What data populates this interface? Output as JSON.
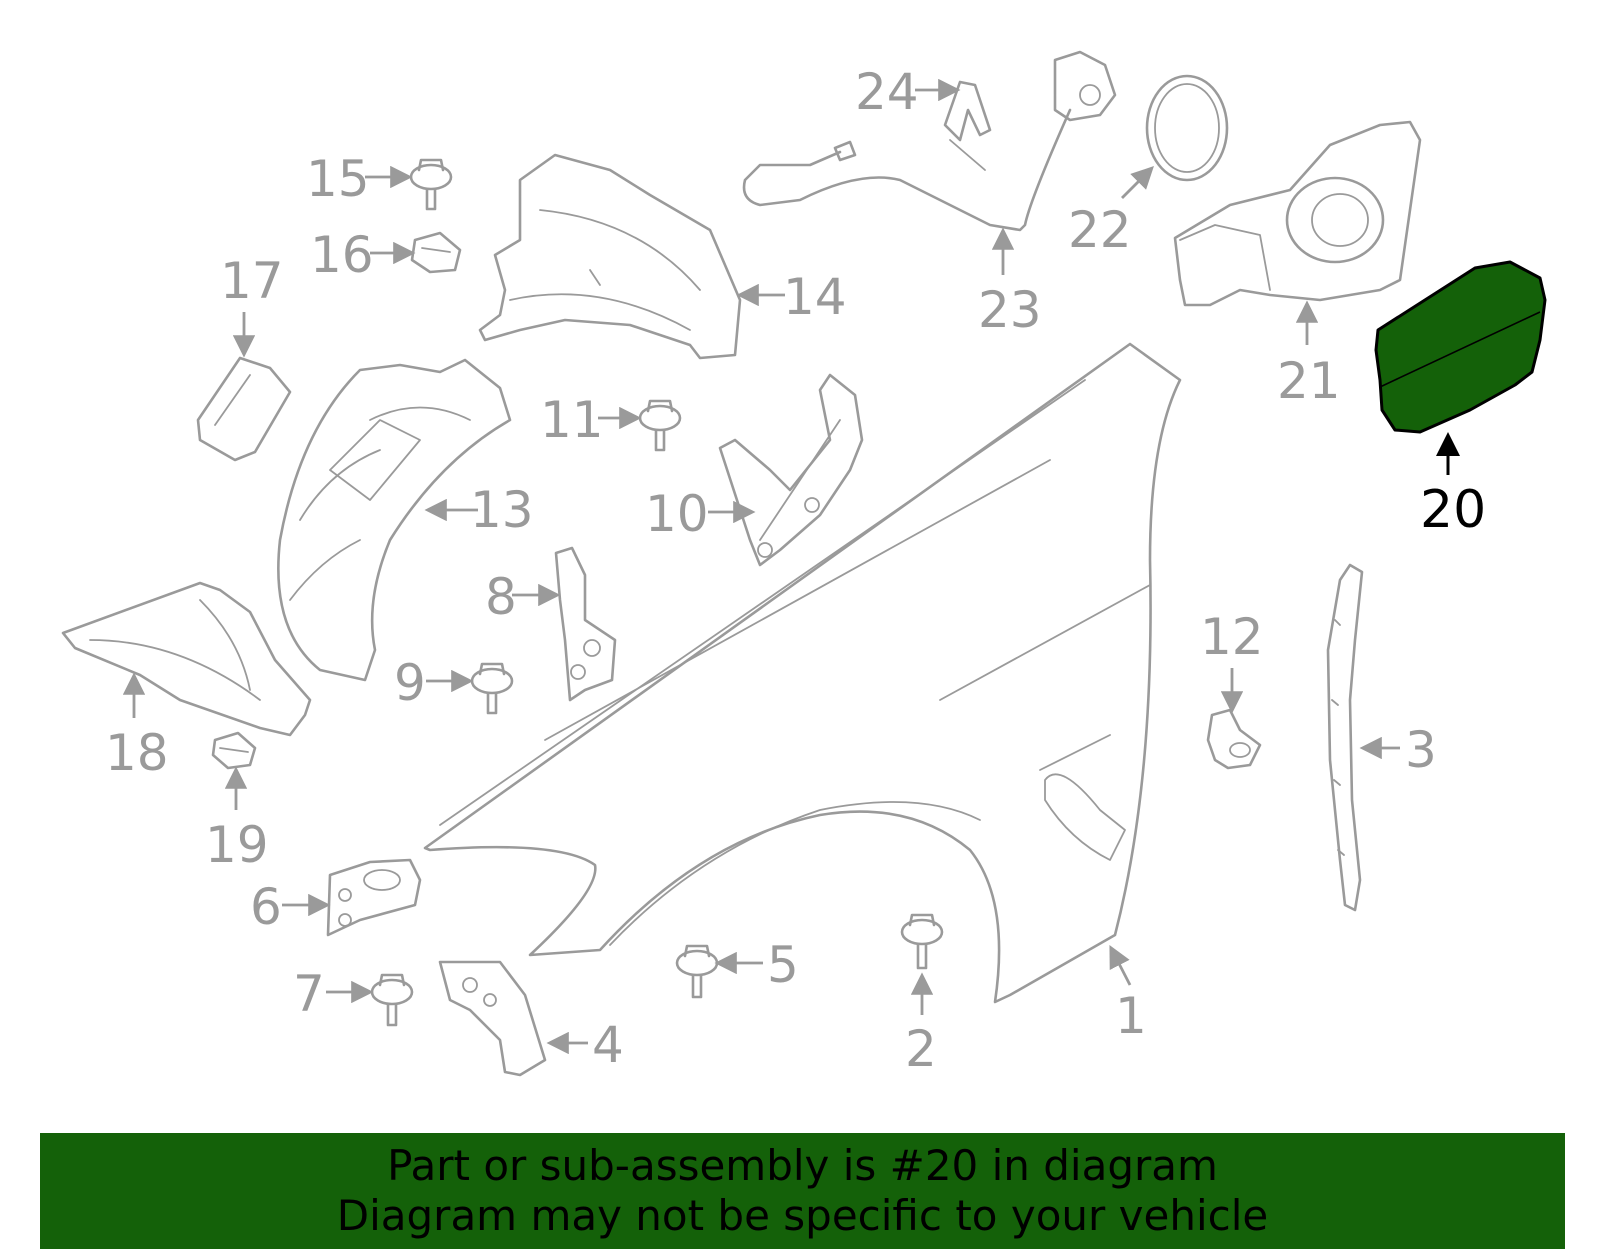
{
  "diagram": {
    "highlighted_part": "20",
    "highlight_color": "#146109",
    "callouts": [
      "1",
      "2",
      "3",
      "4",
      "5",
      "6",
      "7",
      "8",
      "9",
      "10",
      "11",
      "12",
      "13",
      "14",
      "15",
      "16",
      "17",
      "18",
      "19",
      "20",
      "21",
      "22",
      "23",
      "24"
    ]
  },
  "banner": {
    "line1": "Part or sub-assembly is #20 in diagram",
    "line2": "Diagram may not be specific to your vehicle",
    "background": "#146109"
  }
}
